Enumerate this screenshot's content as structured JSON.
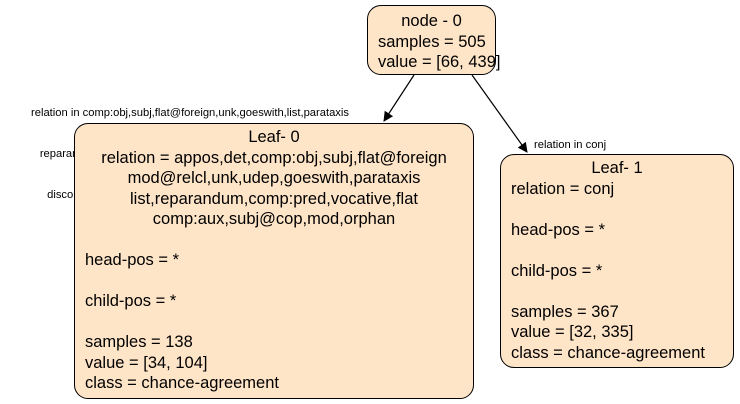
{
  "root": {
    "title": "node - 0",
    "samples": "samples = 505",
    "value": "value = [66, 439]"
  },
  "edges": {
    "left": {
      "lines": [
        "relation in comp:obj,subj,flat@foreign,unk,goeswith,list,parataxis",
        "reparandum,comp:pred,comp:aux,mod,appos,det,compound",
        "discourse,mod@relcl,udep,vocative,flat,subj@cop,orphan"
      ]
    },
    "right": {
      "label": "relation in conj"
    }
  },
  "leaf0": {
    "title": "Leaf- 0",
    "relation_lines": [
      "relation = appos,det,comp:obj,subj,flat@foreign",
      "mod@relcl,unk,udep,goeswith,parataxis",
      "list,reparandum,comp:pred,vocative,flat",
      "comp:aux,subj@cop,mod,orphan"
    ],
    "head_pos": "head-pos = *",
    "child_pos": "child-pos = *",
    "samples": "samples = 138",
    "value": "value = [34, 104]",
    "class": "class = chance-agreement"
  },
  "leaf1": {
    "title": "Leaf- 1",
    "relation": "relation = conj",
    "head_pos": "head-pos = *",
    "child_pos": "child-pos = *",
    "samples": "samples = 367",
    "value": "value = [32, 335]",
    "class": "class = chance-agreement"
  },
  "colors": {
    "node_fill": "#ffe5c8",
    "stroke": "#000000"
  }
}
